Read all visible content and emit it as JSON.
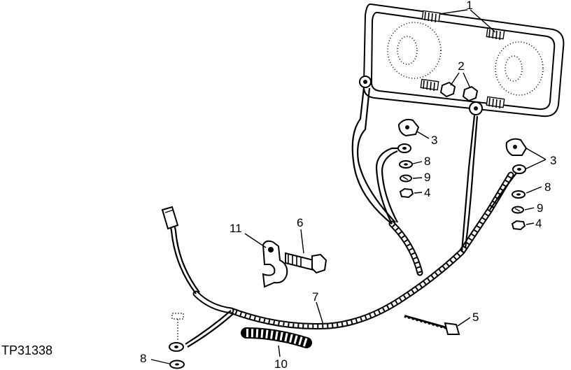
{
  "figure_code": "TP31338",
  "callouts": [
    {
      "id": "c1",
      "text": "1"
    },
    {
      "id": "c2",
      "text": "2"
    },
    {
      "id": "c3a",
      "text": "3"
    },
    {
      "id": "c3b",
      "text": "3"
    },
    {
      "id": "c8a",
      "text": "8"
    },
    {
      "id": "c9a",
      "text": "9"
    },
    {
      "id": "c4a",
      "text": "4"
    },
    {
      "id": "c8b",
      "text": "8"
    },
    {
      "id": "c9b",
      "text": "9"
    },
    {
      "id": "c4b",
      "text": "4"
    },
    {
      "id": "c11",
      "text": "11"
    },
    {
      "id": "c6",
      "text": "6"
    },
    {
      "id": "c7",
      "text": "7"
    },
    {
      "id": "c5",
      "text": "5"
    },
    {
      "id": "c8c",
      "text": "8"
    },
    {
      "id": "c10",
      "text": "10"
    }
  ]
}
